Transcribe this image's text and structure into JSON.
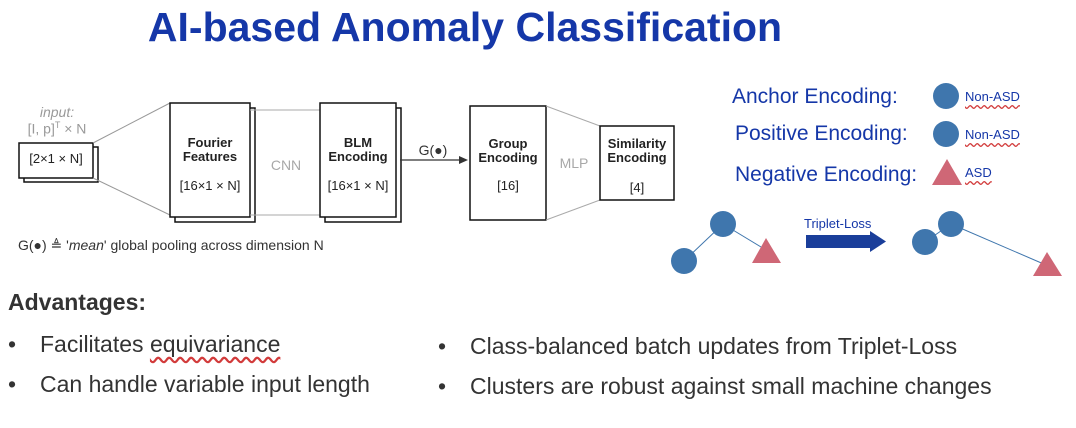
{
  "title": "AI-based Anomaly Classification",
  "pipeline": {
    "input_label_1": "input:",
    "input_label_2": "[I, p]",
    "input_label_sup": "T",
    "input_label_3": " × N",
    "input_box": "[2×1 × N]",
    "fourier": {
      "title_1": "Fourier",
      "title_2": "Features",
      "dim": "[16×1 × N]"
    },
    "cnn": "CNN",
    "blm": {
      "title_1": "BLM",
      "title_2": "Encoding",
      "dim": "[16×1 × N]"
    },
    "pool_op": "G(●)",
    "group": {
      "title_1": "Group",
      "title_2": "Encoding",
      "dim": "[16]"
    },
    "mlp": "MLP",
    "similarity": {
      "title_1": "Similarity",
      "title_2": "Encoding",
      "dim": "[4]"
    },
    "pool_note_prefix": "G(●) ≜ '",
    "pool_note_mean": "mean",
    "pool_note_suffix": "' global pooling across dimension N"
  },
  "legend": {
    "anchor": {
      "label": "Anchor Encoding:",
      "tag": "Non-ASD"
    },
    "positive": {
      "label": "Positive Encoding:",
      "tag": "Non-ASD"
    },
    "negative": {
      "label": "Negative Encoding:",
      "tag": "ASD"
    },
    "triplet_label": "Triplet-Loss"
  },
  "colors": {
    "title": "#1537a8",
    "circle": "#3f76ad",
    "triangle": "#cf6776",
    "arrow": "#1a3e9a"
  },
  "advantages": {
    "heading": "Advantages:",
    "left": [
      "Facilitates ",
      "Can handle variable input length"
    ],
    "left_squiggle": "equivariance",
    "right": [
      "Class-balanced batch updates from Triplet-Loss",
      "Clusters are robust against small machine changes"
    ],
    "bullet": "•"
  }
}
